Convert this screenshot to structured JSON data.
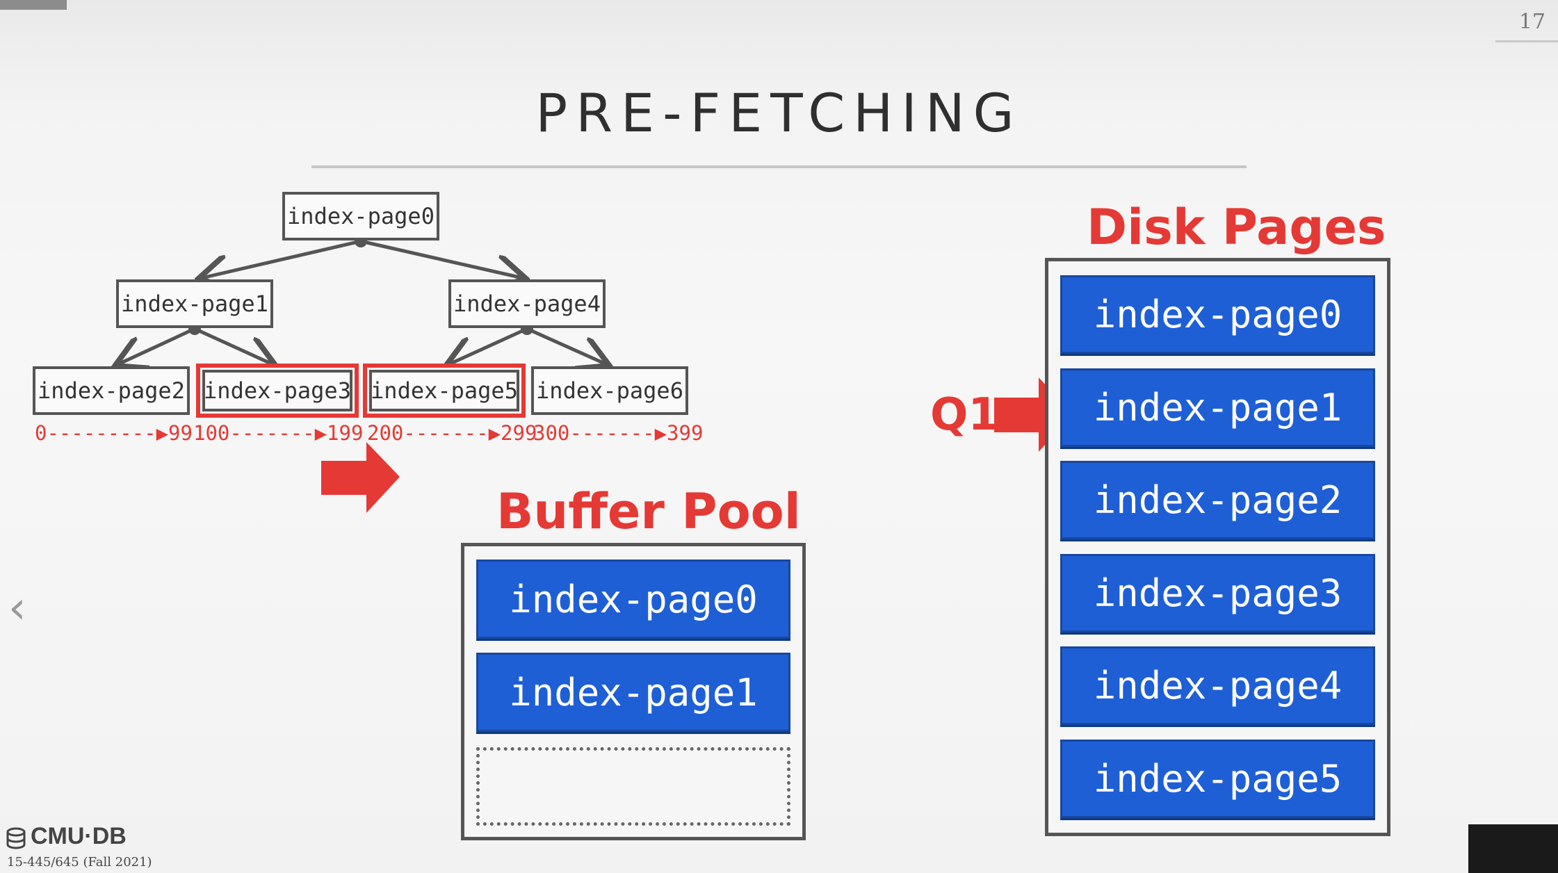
{
  "page_number": "17",
  "title": "PRE-FETCHING",
  "tree": {
    "root": "index-page0",
    "level1": [
      "index-page1",
      "index-page4"
    ],
    "leaves": [
      "index-page2",
      "index-page3",
      "index-page5",
      "index-page6"
    ],
    "highlighted_leaves": [
      "index-page3",
      "index-page5"
    ],
    "ranges": [
      "0---------▶99",
      "100-------▶199",
      "200-------▶299",
      "300-------▶399"
    ]
  },
  "buffer_pool": {
    "title": "Buffer Pool",
    "slots": [
      "index-page0",
      "index-page1"
    ],
    "empty_slots": 1
  },
  "disk_pages": {
    "title": "Disk Pages",
    "pages": [
      "index-page0",
      "index-page1",
      "index-page2",
      "index-page3",
      "index-page4",
      "index-page5"
    ]
  },
  "query_label": "Q1",
  "footer": {
    "logo": "CMU·DB",
    "course": "15-445/645 (Fall 2021)"
  },
  "colors": {
    "accent_red": "#e53935",
    "page_blue": "#1f5fd6",
    "node_border": "#555555"
  },
  "icons": {
    "logo": "database-stack-icon",
    "nav_prev": "chevron-left-icon"
  }
}
